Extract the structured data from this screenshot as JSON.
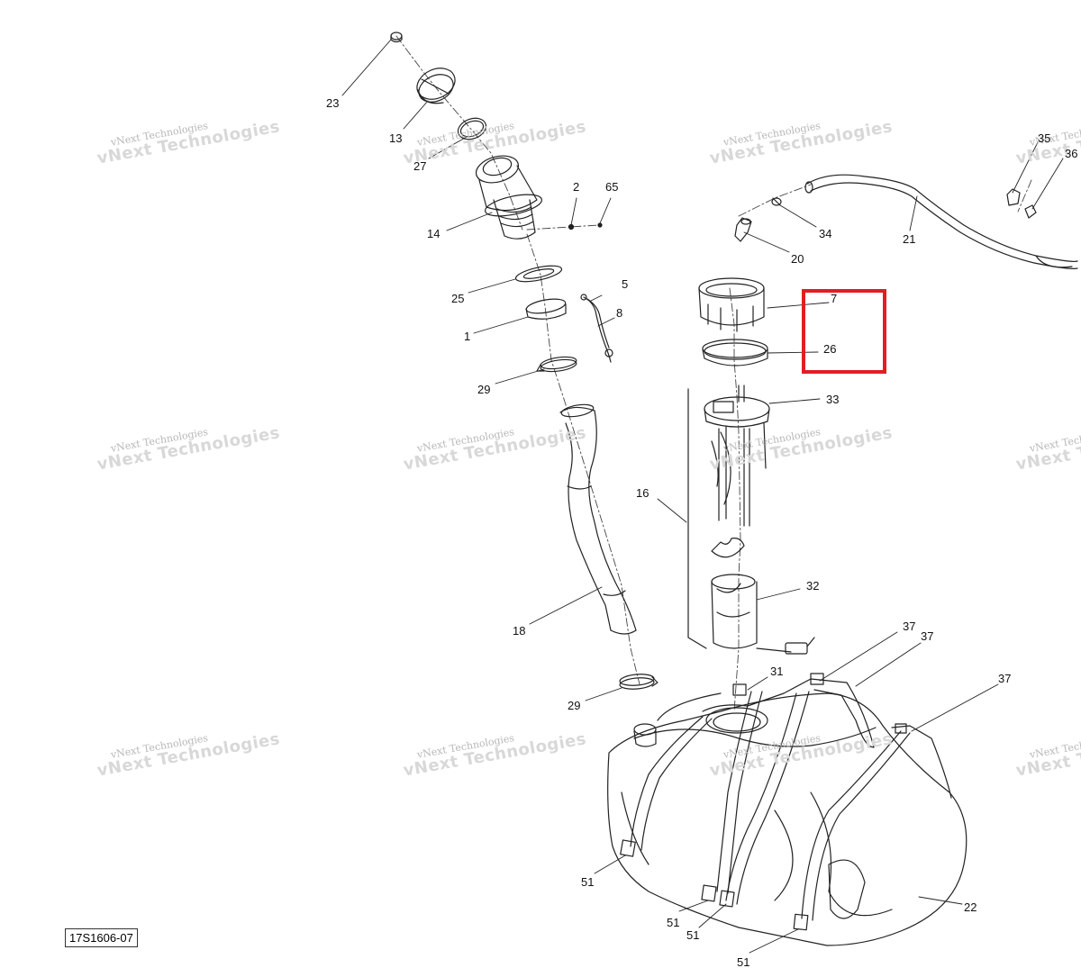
{
  "diagram": {
    "drawing_code": "17S1606-07",
    "watermark_line1": "vNext Technologies",
    "watermark_line2": "vNext Technologies",
    "highlight_color": "#e21d24",
    "callouts": {
      "c23": "23",
      "c13": "13",
      "c27": "27",
      "c14": "14",
      "c2": "2",
      "c65": "65",
      "c25": "25",
      "c1": "1",
      "c5": "5",
      "c8": "8",
      "c29a": "29",
      "c18": "18",
      "c29b": "29",
      "c34": "34",
      "c20": "20",
      "c21": "21",
      "c35": "35",
      "c36": "36",
      "c7": "7",
      "c26": "26",
      "c33": "33",
      "c16": "16",
      "c32": "32",
      "c31": "31",
      "c37a": "37",
      "c37b": "37",
      "c37c": "37",
      "c22": "22",
      "c51a": "51",
      "c51b": "51",
      "c51c": "51",
      "c51d": "51"
    }
  }
}
